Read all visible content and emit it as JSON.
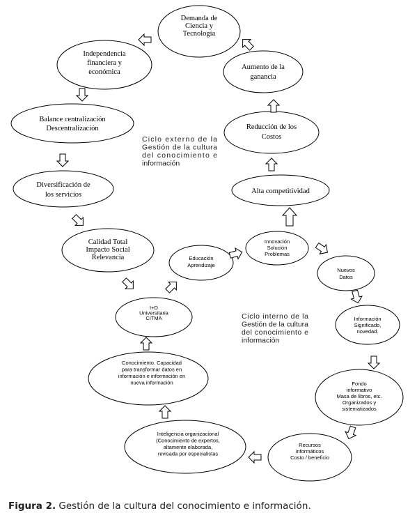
{
  "nodes": {
    "demanda": [
      "Demanda de",
      "Ciencia y",
      "Tecnología"
    ],
    "independencia": [
      "Independencia",
      "financiera y",
      "económica"
    ],
    "aumento": [
      "Aumento de la",
      "ganancia"
    ],
    "balance": [
      "Balance centralización",
      "Descentralización"
    ],
    "reduccion": [
      "Reducción de los",
      "Costos"
    ],
    "alta": [
      "Alta competitividad"
    ],
    "diversificacion": [
      "Diversificación de",
      "los servicios"
    ],
    "innovacion": [
      "Innovación",
      "Solución",
      "Problemas"
    ],
    "calidad": [
      "Calidad Total",
      "Impacto Social",
      "Relevancia"
    ],
    "educacion": [
      "Educación",
      "Aprendizaje"
    ],
    "nuevos_datos": [
      "Nuevos",
      "Datos"
    ],
    "id": [
      "I+D",
      "",
      "Universitaria",
      "CITMA"
    ],
    "informacion": [
      "Información",
      "Significado,",
      "novedad."
    ],
    "conocimiento": [
      "Conocimiento.  Capacidad",
      "para transformar  datos  en",
      "información  e información  en",
      "nueva información"
    ],
    "fondo": [
      "Fondo",
      "informativo",
      "Masa de libros,  etc.",
      "Organizados  y",
      "sistematizados"
    ],
    "inteligencia": [
      "Inteligencia organizacional",
      "(Conocimiento de expertos,",
      "altamente elaborada,",
      "revisada por especialistas"
    ],
    "recursos": [
      "Recursos",
      "informáticos",
      "Costo / beneficio"
    ]
  },
  "labels": {
    "ciclo_externo": [
      "Ciclo  externo  de  la",
      "Gestión de la cultura",
      "del  conocimiento  e",
      "información"
    ],
    "ciclo_interno": [
      "Ciclo  interno  de  la",
      "Gestión de la cultura",
      "del  conocimiento  e",
      "información"
    ]
  },
  "caption": {
    "label": "Figura 2.",
    "text": " Gestión de la cultura del conocimiento e información."
  }
}
